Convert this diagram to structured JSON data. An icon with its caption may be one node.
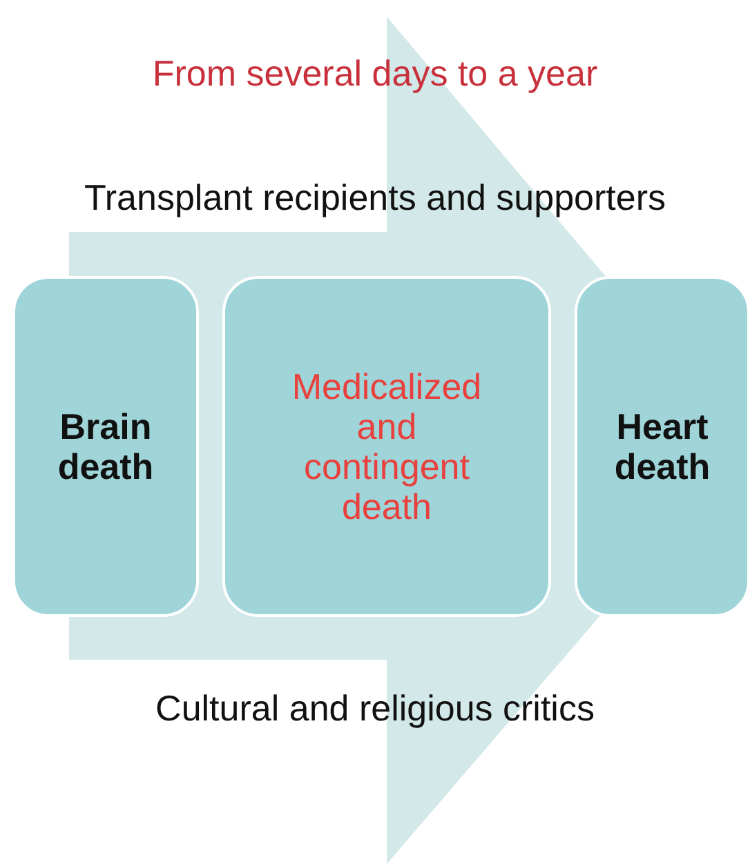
{
  "diagram": {
    "nodes": [
      {
        "text": [
          "Brain death"
        ]
      },
      {
        "text": [
          "Medicalized and contingent death"
        ]
      },
      {
        "text": [
          "Heart death"
        ]
      }
    ],
    "edges": [
      {
        "from": 0,
        "to": 2,
        "arrow": "to"
      }
    ],
    "labels": [
      "From several days to a year",
      "Transplant recipients and supporters",
      "Cultural and religious critics"
    ]
  }
}
